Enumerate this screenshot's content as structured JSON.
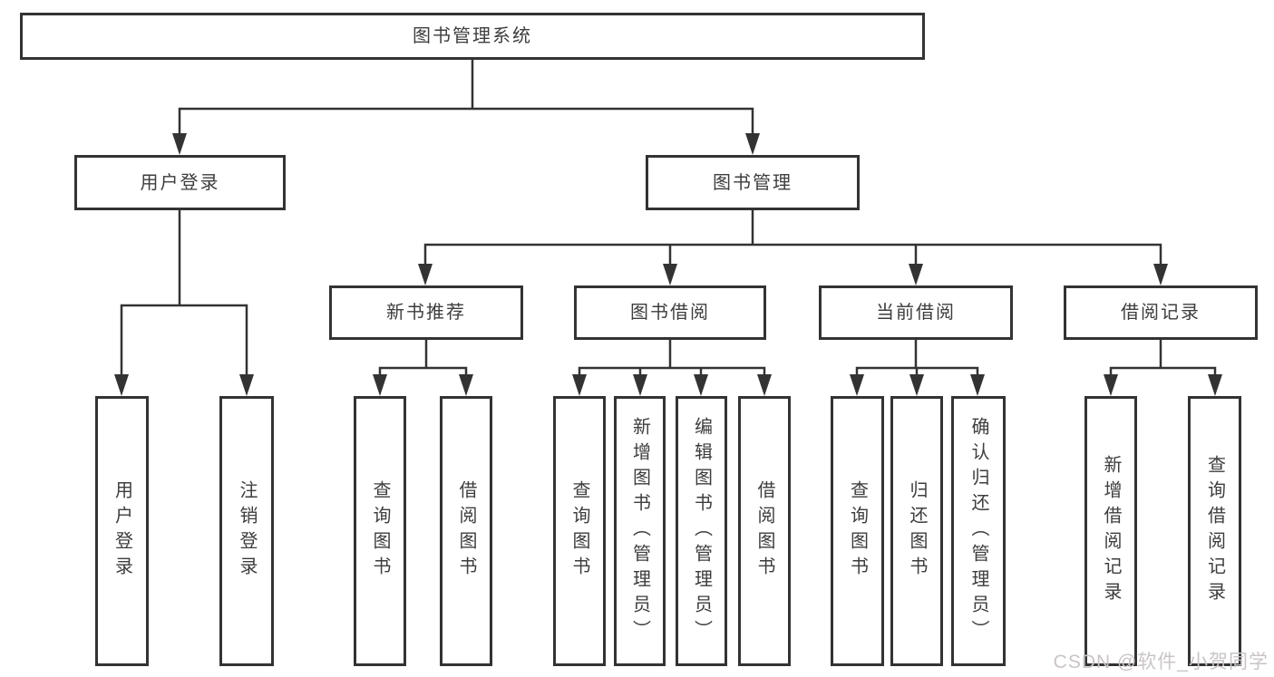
{
  "diagram": {
    "type": "hierarchy-tree",
    "nodes": {
      "root": {
        "label": "图书管理系统"
      },
      "user_login": {
        "label": "用户登录"
      },
      "book_mgmt": {
        "label": "图书管理"
      },
      "new_book_rec": {
        "label": "新书推荐"
      },
      "book_borrow": {
        "label": "图书借阅"
      },
      "current_borrow": {
        "label": "当前借阅"
      },
      "borrow_records": {
        "label": "借阅记录"
      },
      "leaf_user_login": {
        "label": "用户登录"
      },
      "leaf_logout": {
        "label": "注销登录"
      },
      "leaf_nb_query": {
        "label": "查询图书"
      },
      "leaf_nb_borrow": {
        "label": "借阅图书"
      },
      "leaf_bb_query": {
        "label": "查询图书"
      },
      "leaf_bb_add": {
        "label": "新增图书（管理员）"
      },
      "leaf_bb_edit": {
        "label": "编辑图书（管理员）"
      },
      "leaf_bb_borrow": {
        "label": "借阅图书"
      },
      "leaf_cb_query": {
        "label": "查询图书"
      },
      "leaf_cb_return": {
        "label": "归还图书"
      },
      "leaf_cb_confirm": {
        "label": "确认归还（管理员）"
      },
      "leaf_br_add": {
        "label": "新增借阅记录"
      },
      "leaf_br_query": {
        "label": "查询借阅记录"
      }
    },
    "edges": [
      {
        "from": "root",
        "to": "user_login"
      },
      {
        "from": "root",
        "to": "book_mgmt"
      },
      {
        "from": "user_login",
        "to": "leaf_user_login"
      },
      {
        "from": "user_login",
        "to": "leaf_logout"
      },
      {
        "from": "book_mgmt",
        "to": "new_book_rec"
      },
      {
        "from": "book_mgmt",
        "to": "book_borrow"
      },
      {
        "from": "book_mgmt",
        "to": "current_borrow"
      },
      {
        "from": "book_mgmt",
        "to": "borrow_records"
      },
      {
        "from": "new_book_rec",
        "to": "leaf_nb_query"
      },
      {
        "from": "new_book_rec",
        "to": "leaf_nb_borrow"
      },
      {
        "from": "book_borrow",
        "to": "leaf_bb_query"
      },
      {
        "from": "book_borrow",
        "to": "leaf_bb_add"
      },
      {
        "from": "book_borrow",
        "to": "leaf_bb_edit"
      },
      {
        "from": "book_borrow",
        "to": "leaf_bb_borrow"
      },
      {
        "from": "current_borrow",
        "to": "leaf_cb_query"
      },
      {
        "from": "current_borrow",
        "to": "leaf_cb_return"
      },
      {
        "from": "current_borrow",
        "to": "leaf_cb_confirm"
      },
      {
        "from": "borrow_records",
        "to": "leaf_br_add"
      },
      {
        "from": "borrow_records",
        "to": "leaf_br_query"
      }
    ],
    "colors": {
      "line": "#333333",
      "text": "#3d3d3d",
      "background": "#ffffff",
      "watermark": "#cac4c4"
    }
  },
  "watermark": {
    "text": "CSDN @软件_小贺同学"
  }
}
